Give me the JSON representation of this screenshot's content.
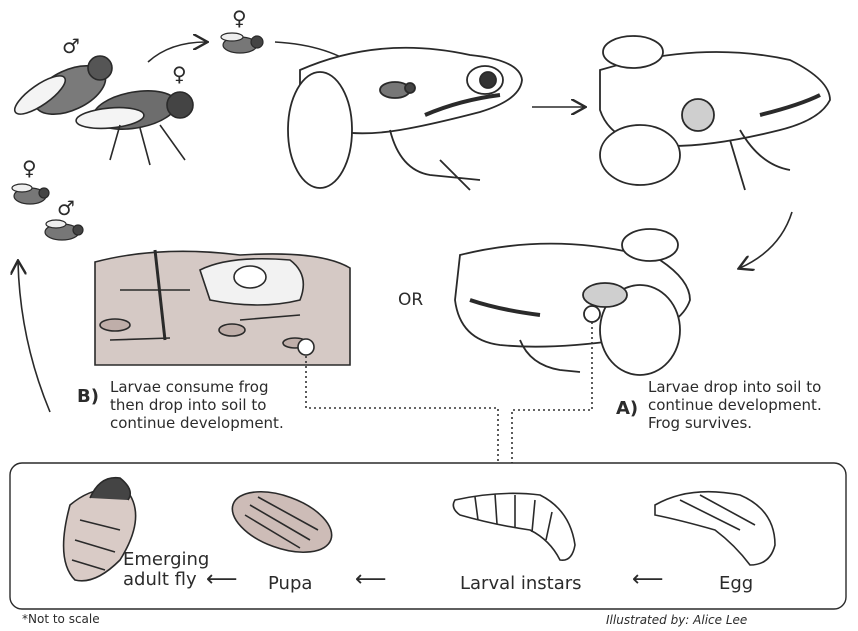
{
  "symbols": {
    "male": "♂",
    "female": "♀"
  },
  "labels": {
    "or": "OR",
    "path_a_letter": "A)",
    "path_a_text": [
      "Larvae drop into soil to",
      "continue development.",
      "Frog survives."
    ],
    "path_b_letter": "B)",
    "path_b_text": [
      "Larvae consume frog",
      "then drop into soil to",
      "continue development."
    ]
  },
  "stages": {
    "egg": "Egg",
    "larval": "Larval instars",
    "pupa": "Pupa",
    "adult": [
      "Emerging",
      "adult fly"
    ],
    "arrow": "⟵"
  },
  "footer": {
    "note": "*Not to scale",
    "credit": "Illustrated by: Alice Lee"
  },
  "colors": {
    "soil": "#d5c9c5",
    "stroke": "#2a2a2a",
    "pupa_fill": "#cdbcb7"
  }
}
